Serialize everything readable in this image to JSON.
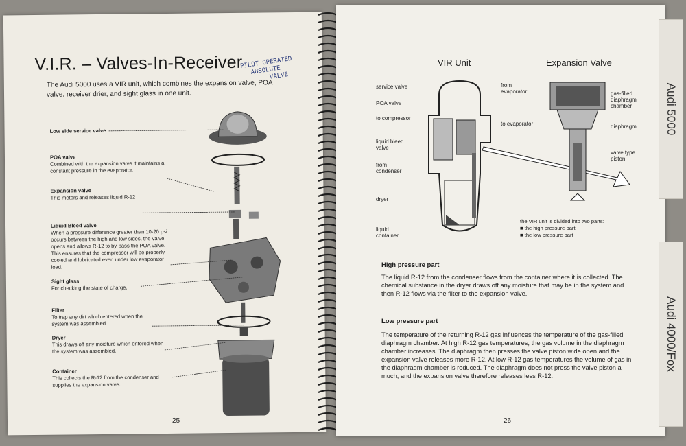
{
  "left_page": {
    "title": "V.I.R. – Valves-In-Receiver",
    "intro": "The Audi 5000 uses a VIR unit, which combines the expansion valve, POA valve, receiver drier, and sight glass in one unit.",
    "handwritten_note": [
      "PILOT OPERATED",
      "ABSOLUTE",
      "VALVE"
    ],
    "labels": [
      {
        "name": "Low side service valve",
        "text": ""
      },
      {
        "name": "POA valve",
        "text": "Combined with the expansion valve it maintains a constant pressure in the evaporator."
      },
      {
        "name": "Expansion valve",
        "text": "This meters and releases liquid R-12"
      },
      {
        "name": "Liquid Bleed valve",
        "text": "When a pressure difference greater than 10-20 psi occurs between the high and low sides, the valve opens and allows R-12 to by-pass the POA valve. This ensures that the compressor will be properly cooled and lubricated even under low evaporator load."
      },
      {
        "name": "Sight glass",
        "text": "For checking the state of charge."
      },
      {
        "name": "Filter",
        "text": "To trap any dirt which entered when the system was assembled"
      },
      {
        "name": "Dryer",
        "text": "This draws off any moisture which entered when the system was assembled."
      },
      {
        "name": "Container",
        "text": "This collects the R-12 from the condenser and supplies the expansion valve."
      }
    ],
    "page_number": "25"
  },
  "right_page": {
    "diagram_titles": {
      "vir": "VIR Unit",
      "expansion": "Expansion Valve"
    },
    "vir_left_labels": [
      "service valve",
      "POA valve",
      "to compressor",
      "liquid bleed valve",
      "from condenser",
      "dryer",
      "liquid container"
    ],
    "vir_right_labels": [
      "from evaporator",
      "to evaporator"
    ],
    "exp_labels": [
      "gas-filled diaphragm chamber",
      "diaphragm",
      "valve type piston"
    ],
    "legend": {
      "intro": "the VIR unit is divided into two parts:",
      "items": [
        "the high pressure part",
        "the low pressure part"
      ]
    },
    "high_heading": "High pressure part",
    "high_text": "The liquid R-12 from the condenser flows from the container where it is collected. The chemical substance in the dryer draws off any moisture that may be in the system and then R-12 flows via the filter to the expansion valve.",
    "low_heading": "Low pressure part",
    "low_text": "The temperature of the returning R-12 gas influences the temperature of the gas-filled diaphragm chamber. At high R-12 gas temperatures, the gas volume in the diaphragm chamber increases. The diaphragm then presses the valve piston wide open and the expansion valve releases more R-12. At low R-12 gas temperatures the volume of gas in the diaphragm chamber is reduced. The diaphragm does not press the valve piston a much, and the expansion valve therefore releases less R-12.",
    "page_number": "26"
  },
  "tabs": [
    "Audi 5000",
    "Audi 4000/Fox"
  ]
}
